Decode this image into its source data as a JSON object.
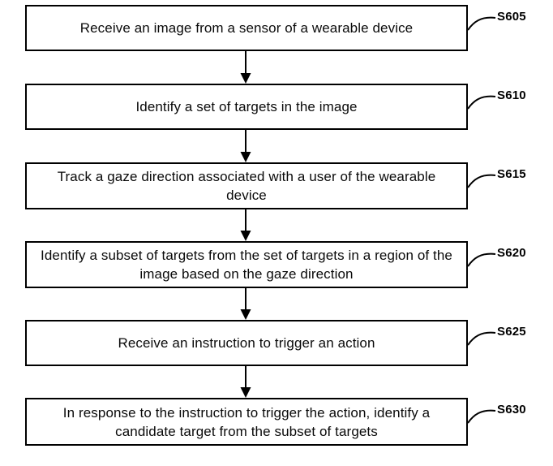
{
  "figure": {
    "type": "flowchart",
    "background_color": "#ffffff",
    "line_color": "#000000",
    "steps": [
      {
        "id": "S605",
        "text": "Receive an image from a sensor of a wearable device"
      },
      {
        "id": "S610",
        "text": "Identify a set of targets in the image"
      },
      {
        "id": "S615",
        "text": "Track a gaze direction associated with a user of the wearable device"
      },
      {
        "id": "S620",
        "text": "Identify a subset of targets from the set of targets in a region of the image based on the gaze direction"
      },
      {
        "id": "S625",
        "text": "Receive an instruction to trigger an action"
      },
      {
        "id": "S630",
        "text": "In response to the instruction to trigger the action, identify a candidate target from the subset of targets"
      }
    ]
  }
}
